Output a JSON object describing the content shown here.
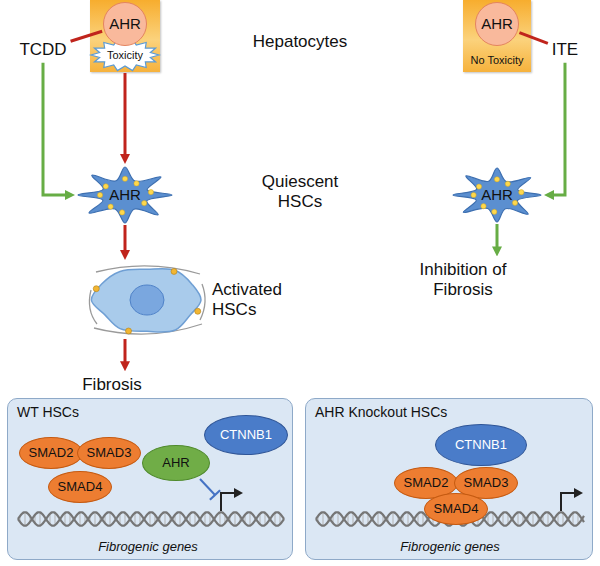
{
  "diagram": {
    "nodes": [
      {
        "text": [
          "TCDD"
        ]
      },
      {
        "text": [
          "Toxicity"
        ]
      },
      {
        "text": [
          "AHR"
        ],
        "in": 1
      },
      {
        "text": [
          "No Toxicity"
        ]
      },
      {
        "text": [
          "AHR"
        ],
        "in": 3
      },
      {
        "text": [
          "ITE"
        ]
      },
      {
        "text": [
          "AHR"
        ]
      },
      {
        "text": [
          "AHR"
        ]
      },
      {
        "text": [
          "Activated HSCs"
        ]
      },
      {
        "text": [
          "Inhibition of Fibrosis"
        ]
      },
      {
        "text": [
          "Fibrosis"
        ]
      },
      {
        "text": [
          "WT HSCs"
        ]
      },
      {
        "text": [
          "SMAD2"
        ],
        "in": 11
      },
      {
        "text": [
          "SMAD3"
        ],
        "in": 11
      },
      {
        "text": [
          "SMAD4"
        ],
        "in": 11
      },
      {
        "text": [
          "AHR"
        ],
        "in": 11
      },
      {
        "text": [
          "CTNNB1"
        ],
        "in": 11
      },
      {
        "text": [
          "AHR Knockout HSCs"
        ]
      },
      {
        "text": [
          "CTNNB1"
        ],
        "in": 17
      },
      {
        "text": [
          "SMAD2"
        ],
        "in": 17
      },
      {
        "text": [
          "SMAD3"
        ],
        "in": 17
      },
      {
        "text": [
          "SMAD4"
        ],
        "in": 17
      }
    ],
    "edges": [
      {
        "from": 0,
        "to": 2,
        "arrow": "none"
      },
      {
        "from": 0,
        "to": 6,
        "arrow": "to"
      },
      {
        "from": 1,
        "to": 6,
        "arrow": "to"
      },
      {
        "from": 6,
        "to": 8,
        "arrow": "to"
      },
      {
        "from": 8,
        "to": 10,
        "arrow": "to"
      },
      {
        "from": 5,
        "to": 4,
        "arrow": "none"
      },
      {
        "from": 5,
        "to": 7,
        "arrow": "to"
      },
      {
        "from": 7,
        "to": 9,
        "arrow": "to"
      }
    ],
    "labels": [
      "Hepatocytes",
      "Quiescent HSCs",
      "Fibrogenic genes",
      "Fibrogenic genes"
    ]
  }
}
